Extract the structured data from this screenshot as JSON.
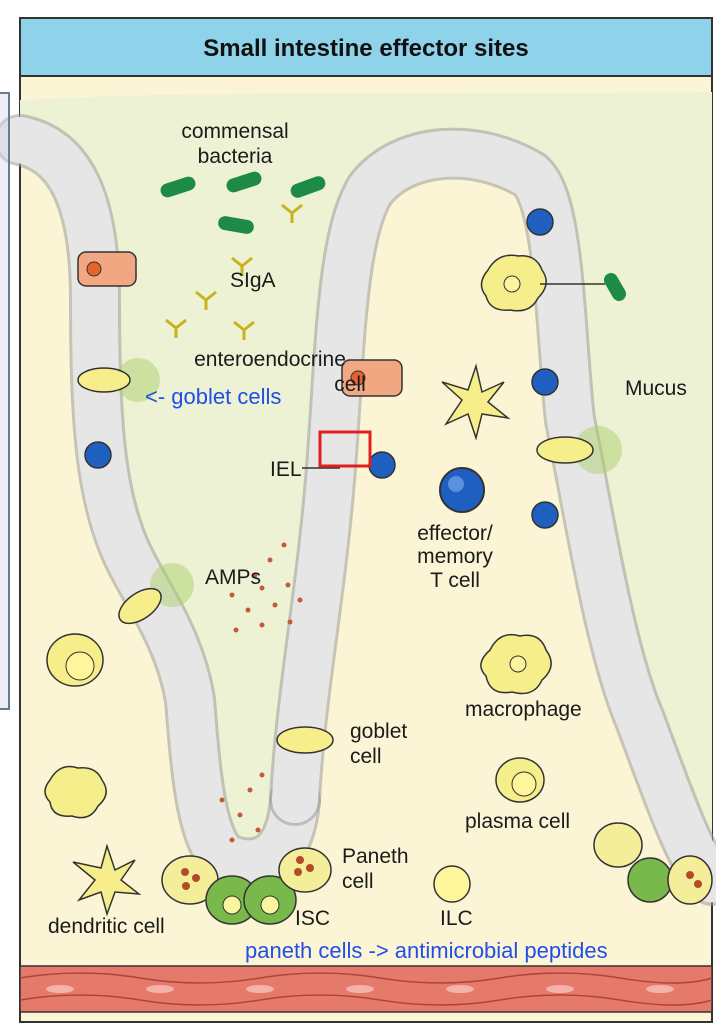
{
  "title": "Small intestine effector sites",
  "labels": {
    "commensal_line1": "commensal",
    "commensal_line2": "bacteria",
    "sigA": "SIgA",
    "enteroendocrine_line1": "enteroendocrine",
    "enteroendocrine_line2": "cell",
    "iel": "IEL",
    "amps": "AMPs",
    "effector_line1": "effector/",
    "effector_line2": "memory",
    "effector_line3": "T cell",
    "mucus": "Mucus",
    "goblet_line1": "goblet",
    "goblet_line2": "cell",
    "macrophage": "macrophage",
    "plasma_cell": "plasma cell",
    "paneth_line1": "Paneth",
    "paneth_line2": "cell",
    "isc": "ISC",
    "ilc": "ILC",
    "dendritic_cell": "dendritic cell"
  },
  "annotations": {
    "goblet_cells": "<- goblet cells",
    "paneth_note": "paneth cells -> antimicrobial peptides"
  },
  "colors": {
    "header_bg": "#8fd3ea",
    "lamina_bg": "#fbf5d6",
    "lumen_bg": "#f1f3da",
    "epithelium": "#e4e4e4",
    "annotation_blue": "#1f4ee8",
    "highlight_red": "#e02020",
    "muscle": "#e57a6b",
    "bacteria_green": "#1d8a45",
    "goblet_yellow": "#f6ee8a",
    "tcell_blue": "#1f5fbf"
  }
}
